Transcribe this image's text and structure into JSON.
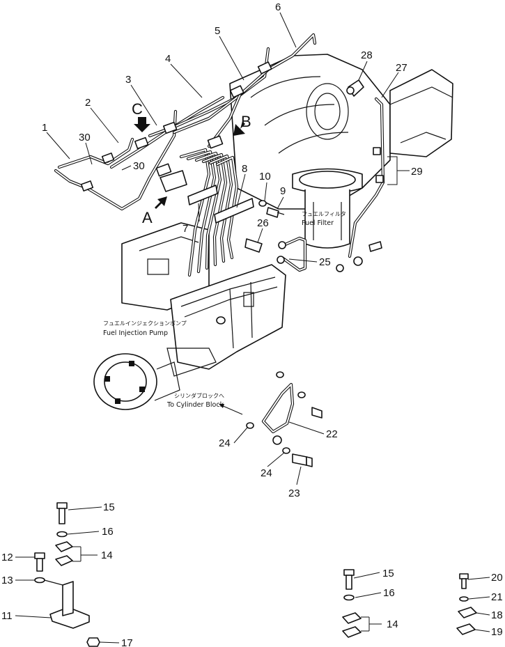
{
  "callouts": {
    "c1": "1",
    "c2": "2",
    "c3": "3",
    "c4": "4",
    "c5": "5",
    "c6": "6",
    "c7": "7",
    "c8": "8",
    "c9": "9",
    "c10": "10",
    "c11": "11",
    "c12": "12",
    "c13": "13",
    "c14a": "14",
    "c14b": "14",
    "c15a": "15",
    "c15b": "15",
    "c16a": "16",
    "c16b": "16",
    "c17": "17",
    "c18": "18",
    "c19": "19",
    "c20": "20",
    "c21": "21",
    "c22": "22",
    "c23": "23",
    "c24a": "24",
    "c24b": "24",
    "c25": "25",
    "c26": "26",
    "c27": "27",
    "c28": "28",
    "c29": "29",
    "c30a": "30",
    "c30b": "30"
  },
  "view_markers": {
    "a": "A",
    "b": "B",
    "c": "C"
  },
  "captions": {
    "fuel_filter_jp": "フュエルフィルタ",
    "fuel_filter_en": "Fuel  Filter",
    "pump_jp": "フュエルインジェクションポンプ",
    "pump_en": "Fuel Injection Pump",
    "cyl_jp": "シリンダブロックへ",
    "cyl_en": "To Cylinder Block"
  }
}
